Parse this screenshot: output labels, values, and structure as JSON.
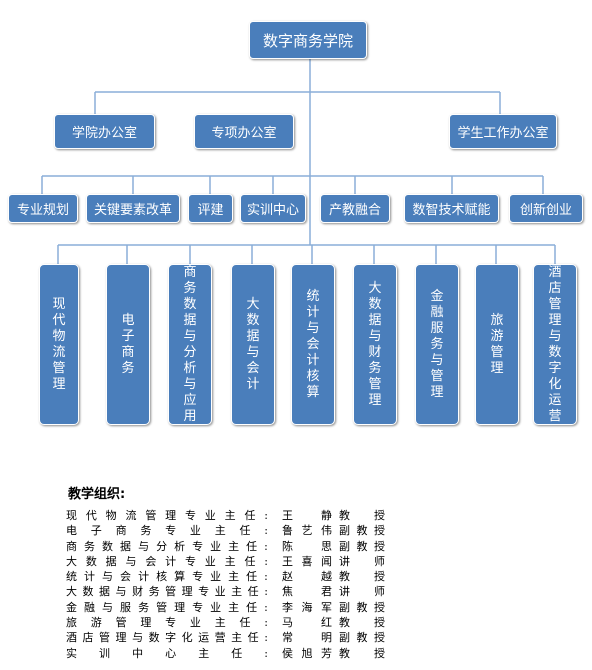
{
  "chart": {
    "root": "数字商务学院",
    "level1": [
      "学院办公室",
      "专项办公室",
      "学生工作办公室"
    ],
    "level2": [
      "专业规划",
      "关键要素改革",
      "评建",
      "实训中心",
      "产教融合",
      "数智技术赋能",
      "创新创业"
    ],
    "majors": [
      "现代物流管理",
      "电子商务",
      "商务数据与分析与应用",
      "大数据与会计",
      "统计与会计核算",
      "大数据与财务管理",
      "金融服务与管理",
      "旅游管理",
      "酒店管理与数字化运营"
    ]
  },
  "teaching": {
    "title": "教学组织:",
    "rows": [
      {
        "role": "现代物流管理专业主任:",
        "name": "王静",
        "title": "教授"
      },
      {
        "role": "电子商务专业主任:",
        "name": "鲁艺伟",
        "title": "副教授"
      },
      {
        "role": "商务数据与分析专业主任:",
        "name": "陈思",
        "title": "副教授"
      },
      {
        "role": "大数据与会计专业主任:",
        "name": "王喜闻",
        "title": "讲师"
      },
      {
        "role": "统计与会计核算专业主任:",
        "name": "赵越",
        "title": "教授"
      },
      {
        "role": "大数据与财务管理专业主任:",
        "name": "焦君",
        "title": "讲师"
      },
      {
        "role": "金融与服务管理专业主任:",
        "name": "李海军",
        "title": "副教授"
      },
      {
        "role": "旅游管理专业主任:",
        "name": "马红",
        "title": "教授"
      },
      {
        "role": "酒店管理与数字化运营主任:",
        "name": "常明",
        "title": "副教授"
      },
      {
        "role": "实训中心主任:",
        "name": "侯旭芳",
        "title": "教授"
      }
    ]
  },
  "colors": {
    "box": "#4a7ebb",
    "line": "#8aaed8"
  }
}
